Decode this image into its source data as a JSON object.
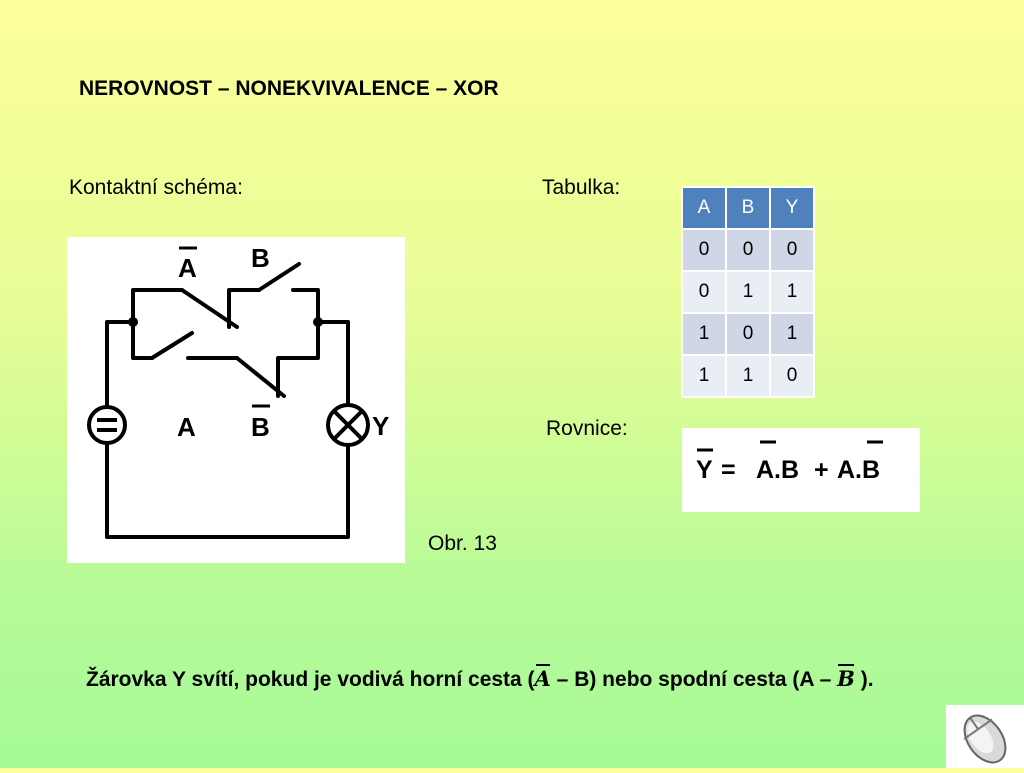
{
  "title": "NEROVNOST – NONEKVIVALENCE – XOR",
  "schema_label": "Kontaktní schéma:",
  "table_label": "Tabulka:",
  "equation_label": "Rovnice:",
  "figure_label": "Obr. 13",
  "circuit": {
    "switch_top_left": "A",
    "switch_top_right": "B",
    "switch_bottom_left": "A",
    "switch_bottom_right": "B",
    "lamp": "Y"
  },
  "truth_table": {
    "headers": [
      "A",
      "B",
      "Y"
    ],
    "rows": [
      [
        "0",
        "0",
        "0"
      ],
      [
        "0",
        "1",
        "1"
      ],
      [
        "1",
        "0",
        "1"
      ],
      [
        "1",
        "1",
        "0"
      ]
    ]
  },
  "equation": {
    "lhs": "Y",
    "eq": "=",
    "term1": "A.B",
    "plus": "+",
    "term2": "A.B"
  },
  "summary": {
    "part1": "Žárovka Y svítí, pokud je vodivá horní cesta (",
    "var1": "A",
    "part2": " – B) nebo spodní cesta (A – ",
    "var2": "B",
    "part3": " )."
  },
  "colors": {
    "table_header": "#4f81bd",
    "table_row_odd": "#cfd7e7",
    "table_row_even": "#e9edf4"
  }
}
